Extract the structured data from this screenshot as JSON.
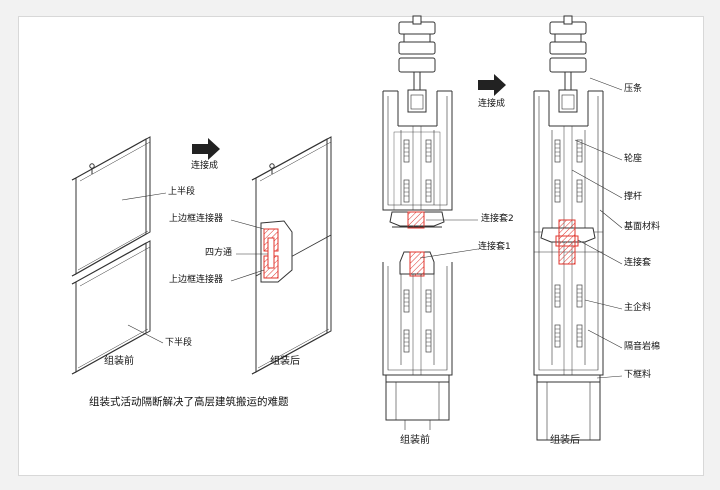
{
  "colors": {
    "line": "#3a3a3a",
    "highlight": "#e0342c",
    "arrow": "#222222"
  },
  "left_figure": {
    "arrow_label": "连接成",
    "upper_half": "上半段",
    "lower_half": "下半段",
    "upper_frame_connector_a": "上边框连接器",
    "square_tube": "四方通",
    "upper_frame_connector_b": "上边框连接器",
    "caption_before": "组装前",
    "caption_after": "组装后"
  },
  "note": "组装式活动隔断解决了高层建筑搬运的难题",
  "right_figure": {
    "arrow_label": "连接成",
    "connector_sleeve_2": "连接套2",
    "connector_sleeve_1": "连接套1",
    "caption_before": "组装前",
    "caption_after": "组装后",
    "parts": [
      "压条",
      "轮座",
      "撑杆",
      "基面材料",
      "连接套",
      "主企料",
      "隔音岩棉",
      "下框料"
    ]
  }
}
